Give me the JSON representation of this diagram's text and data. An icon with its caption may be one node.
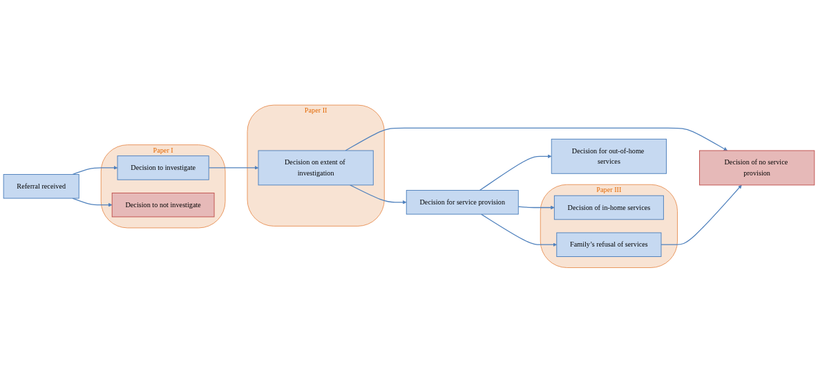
{
  "diagram": {
    "nodes": [
      {
        "text": [
          "Referral received"
        ]
      },
      {
        "text": [
          "Paper I"
        ]
      },
      {
        "text": [
          "Decision to investigate"
        ],
        "in": 1
      },
      {
        "text": [
          "Decision to not investigate"
        ],
        "in": 1
      },
      {
        "text": [
          "Paper II"
        ]
      },
      {
        "text": [
          "Decision on extent of investigation"
        ],
        "in": 4
      },
      {
        "text": [
          "Decision for service provision"
        ]
      },
      {
        "text": [
          "Decision of no service provision"
        ]
      },
      {
        "text": [
          "Decision for out-of-home services"
        ]
      },
      {
        "text": [
          "Paper III"
        ]
      },
      {
        "text": [
          "Decision of in-home services"
        ],
        "in": 9
      },
      {
        "text": [
          "Family’s refusal of services"
        ],
        "in": 9
      }
    ],
    "edges": [
      {
        "from": 0,
        "to": 2,
        "arrow": "to"
      },
      {
        "from": 0,
        "to": 3,
        "arrow": "to"
      },
      {
        "from": 2,
        "to": 5,
        "arrow": "to"
      },
      {
        "from": 5,
        "to": 6,
        "arrow": "to"
      },
      {
        "from": 5,
        "to": 7,
        "arrow": "to"
      },
      {
        "from": 6,
        "to": 8,
        "arrow": "to"
      },
      {
        "from": 6,
        "to": 10,
        "arrow": "to"
      },
      {
        "from": 6,
        "to": 11,
        "arrow": "to"
      },
      {
        "from": 11,
        "to": 7,
        "arrow": "to"
      }
    ]
  }
}
